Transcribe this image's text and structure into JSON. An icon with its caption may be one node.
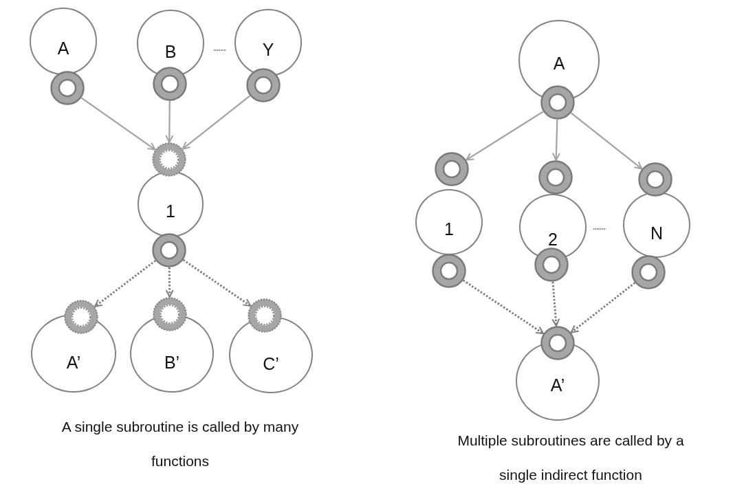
{
  "diagram": {
    "nodes": [
      {
        "text": [
          "A"
        ]
      },
      {
        "text": [],
        "shape": "circle"
      },
      {
        "text": [
          "B"
        ]
      },
      {
        "text": [],
        "shape": "circle"
      },
      {
        "text": [
          "Y"
        ]
      },
      {
        "text": [],
        "shape": "circle"
      },
      {
        "text": [],
        "shape": "circle"
      },
      {
        "text": [
          "1"
        ]
      },
      {
        "text": [],
        "shape": "circle"
      },
      {
        "text": [],
        "shape": "circle"
      },
      {
        "text": [],
        "shape": "circle"
      },
      {
        "text": [],
        "shape": "circle"
      },
      {
        "text": [
          "A’"
        ]
      },
      {
        "text": [
          "B’"
        ]
      },
      {
        "text": [
          "C’"
        ]
      },
      {
        "text": [
          "A"
        ]
      },
      {
        "text": [],
        "shape": "circle"
      },
      {
        "text": [],
        "shape": "circle"
      },
      {
        "text": [],
        "shape": "circle"
      },
      {
        "text": [],
        "shape": "circle"
      },
      {
        "text": [
          "1"
        ]
      },
      {
        "text": [
          "2"
        ]
      },
      {
        "text": [
          "N"
        ]
      },
      {
        "text": [],
        "shape": "circle"
      },
      {
        "text": [],
        "shape": "circle"
      },
      {
        "text": [],
        "shape": "circle"
      },
      {
        "text": [],
        "shape": "circle"
      },
      {
        "text": [
          "A’"
        ]
      }
    ],
    "edges": [
      {
        "from": 1,
        "to": 6,
        "arrow": "to"
      },
      {
        "from": 3,
        "to": 6,
        "arrow": "to"
      },
      {
        "from": 5,
        "to": 6,
        "arrow": "to"
      },
      {
        "from": 8,
        "to": 9,
        "arrow": "to",
        "style": "dashed"
      },
      {
        "from": 8,
        "to": 10,
        "arrow": "to",
        "style": "dashed"
      },
      {
        "from": 8,
        "to": 11,
        "arrow": "to",
        "style": "dashed"
      },
      {
        "from": 16,
        "to": 17,
        "arrow": "to"
      },
      {
        "from": 16,
        "to": 18,
        "arrow": "to"
      },
      {
        "from": 16,
        "to": 19,
        "arrow": "to"
      },
      {
        "from": 23,
        "to": 26,
        "arrow": "to",
        "style": "dashed"
      },
      {
        "from": 24,
        "to": 26,
        "arrow": "to",
        "style": "dashed"
      },
      {
        "from": 25,
        "to": 26,
        "arrow": "to",
        "style": "dashed"
      }
    ],
    "labels": [
      "A single subroutine is called by many functions",
      "Multiple subroutines are called by a single indirect function"
    ]
  }
}
